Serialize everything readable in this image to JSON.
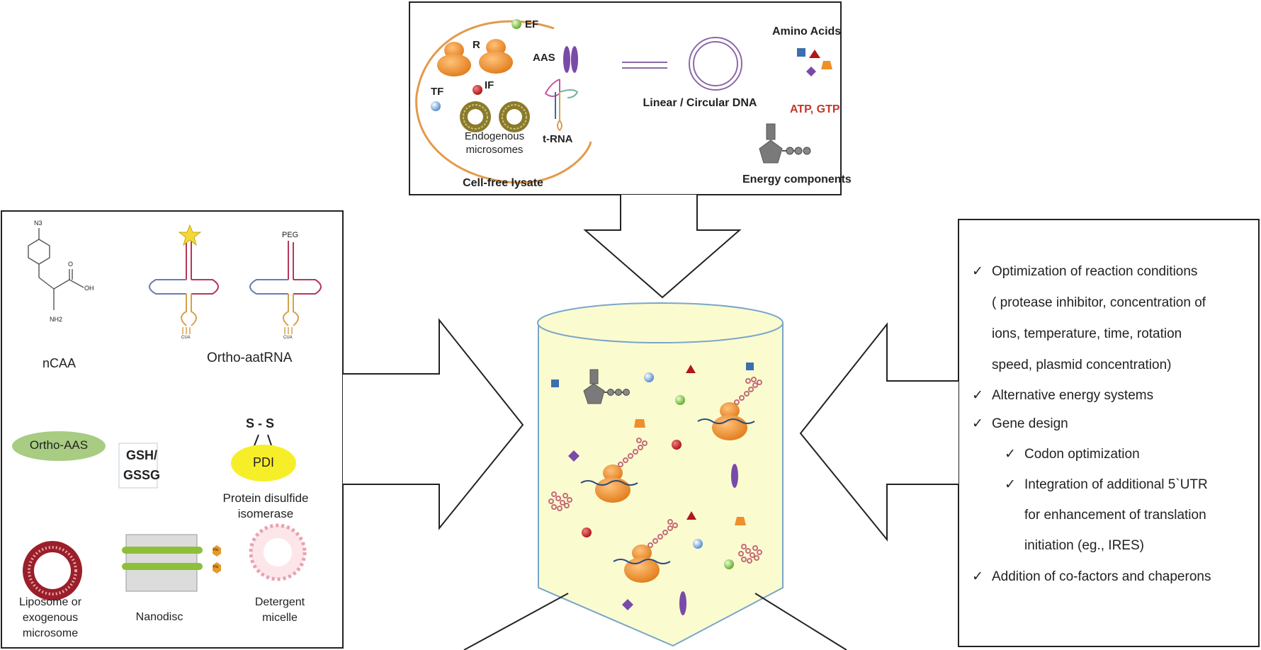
{
  "top_box": {
    "lysate_labels": {
      "ef": "EF",
      "r": "R",
      "aas": "AAS",
      "tf": "TF",
      "if": "IF",
      "endogenous": "Endogenous",
      "microsomes": "microsomes",
      "trna": "t-RNA",
      "cell_free_lysate": "Cell-free lysate"
    },
    "dna_label": "Linear / Circular DNA",
    "amino_acids_label": "Amino Acids",
    "atp_gtp_label": "ATP, GTP",
    "energy_label": "Energy components"
  },
  "left_box": {
    "ncaa_atom_n3": "N3",
    "ncaa_atom_nh2": "NH2",
    "ncaa_atom_o": "O",
    "ncaa_atom_oh": "OH",
    "ncaa_label": "nCAA",
    "trna_star_label": "",
    "peg_label": "PEG",
    "cua_label_1": "CUA",
    "cua_label_2": "CUA",
    "ortho_aatrna_label": "Ortho-aatRNA",
    "ortho_aas_label": "Ortho-AAS",
    "gsh_label": "GSH/",
    "gssg_label": "GSSG",
    "ss_label": "S - S",
    "pdi_label": "PDI",
    "pdi_desc_1": "Protein disulfide",
    "pdi_desc_2": "isomerase",
    "liposome_1": "Liposome or",
    "liposome_2": "exogenous",
    "liposome_3": "microsome",
    "nanodisc_label": "Nanodisc",
    "nanodisc_tag": "His",
    "detergent_1": "Detergent",
    "detergent_2": "micelle"
  },
  "right_box": {
    "items": [
      {
        "text": "Optimization of reaction conditions",
        "level": 1,
        "check": true
      },
      {
        "text": "( protease inhibitor, concentration of",
        "level": 1,
        "check": false
      },
      {
        "text": "ions, temperature, time, rotation",
        "level": 1,
        "check": false
      },
      {
        "text": "speed,  plasmid concentration)",
        "level": 1,
        "check": false
      },
      {
        "text": "Alternative energy systems",
        "level": 1,
        "check": true
      },
      {
        "text": "Gene design",
        "level": 1,
        "check": true
      },
      {
        "text": "Codon optimization",
        "level": 2,
        "check": true
      },
      {
        "text": "Integration of additional 5`UTR",
        "level": 2,
        "check": true
      },
      {
        "text": "for enhancement of translation",
        "level": 2,
        "check": false
      },
      {
        "text": "initiation (eg., IRES)",
        "level": 2,
        "check": false
      },
      {
        "text": "Addition of co-factors and chaperons",
        "level": 1,
        "check": true
      }
    ],
    "check_glyph": "✓"
  },
  "colors": {
    "orange": "#ee8f2a",
    "lysate_ring": "#e39a4b",
    "vessel_fill": "#fbfbd0",
    "vessel_stroke": "#7aa6c9",
    "red_text": "#c0392b",
    "purple": "#7a4aa8",
    "blue": "#3b6fb0",
    "green": "#7cc04a",
    "pdi": "#f7ee2a",
    "ortho_aas": "#a7cc82"
  }
}
